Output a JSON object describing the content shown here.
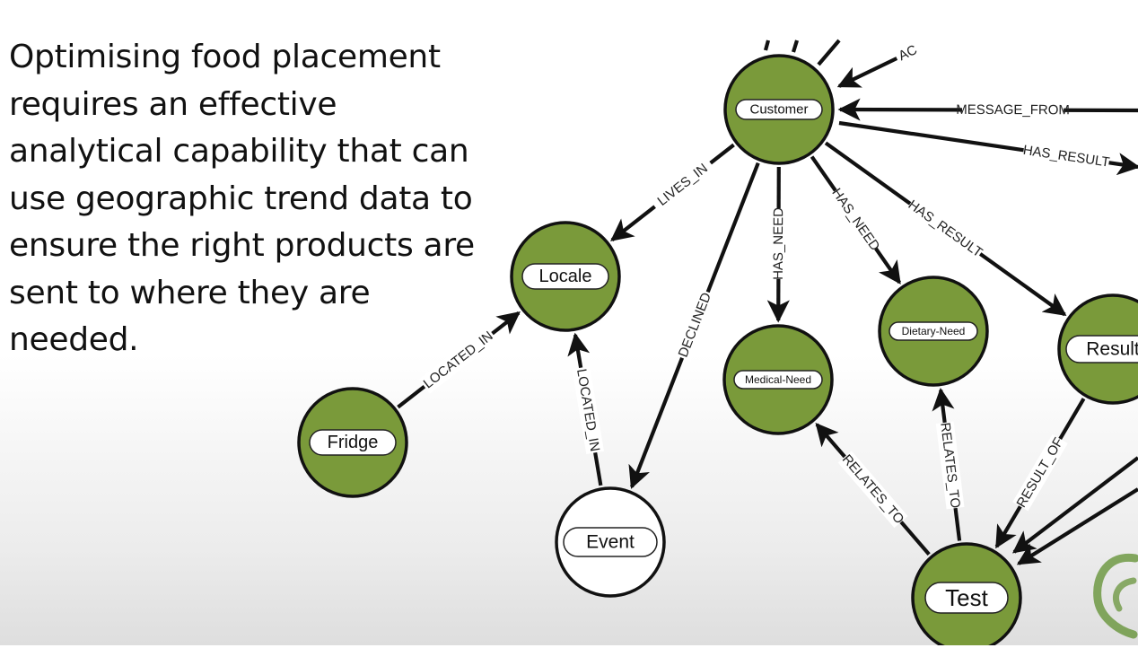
{
  "intro_text": "Optimising food placement requires an effective analytical capability that can use geographic trend data to ensure the right products are sent to where they are needed.",
  "colors": {
    "node_fill": "#7a9a3a",
    "node_fill_event": "#ffffff",
    "edge": "#111111",
    "logo": "#5f8f2f"
  },
  "diagram": {
    "nodes": [
      {
        "id": "customer",
        "label": "Customer",
        "type": "entity"
      },
      {
        "id": "locale",
        "label": "Locale",
        "type": "entity"
      },
      {
        "id": "fridge",
        "label": "Fridge",
        "type": "entity"
      },
      {
        "id": "event",
        "label": "Event",
        "type": "event"
      },
      {
        "id": "medical_need",
        "label": "Medical-Need",
        "type": "entity"
      },
      {
        "id": "dietary_need",
        "label": "Dietary-Need",
        "type": "entity"
      },
      {
        "id": "result",
        "label": "Result",
        "type": "entity"
      },
      {
        "id": "test",
        "label": "Test",
        "type": "entity"
      }
    ],
    "edges": [
      {
        "from": "customer",
        "to": "locale",
        "label": "LIVES_IN"
      },
      {
        "from": "customer",
        "to": "event",
        "label": "DECLINED"
      },
      {
        "from": "customer",
        "to": "medical_need",
        "label": "HAS_NEED"
      },
      {
        "from": "customer",
        "to": "dietary_need",
        "label": "HAS_NEED"
      },
      {
        "from": "customer",
        "to": "result",
        "label": "HAS_RESULT"
      },
      {
        "from": "fridge",
        "to": "locale",
        "label": "LOCATED_IN"
      },
      {
        "from": "event",
        "to": "locale",
        "label": "LOCATED_IN"
      },
      {
        "from": "test",
        "to": "medical_need",
        "label": "RELATES_TO"
      },
      {
        "from": "test",
        "to": "dietary_need",
        "label": "RELATES_TO"
      },
      {
        "from": "result",
        "to": "test",
        "label": "RESULT_OF"
      },
      {
        "from": "offscreen",
        "to": "customer",
        "label": "MESSAGE_FROM"
      },
      {
        "from": "customer",
        "to": "offscreen",
        "label": "HAS_RESULT"
      },
      {
        "from": "offscreen",
        "to": "customer",
        "label": "AC"
      }
    ]
  }
}
